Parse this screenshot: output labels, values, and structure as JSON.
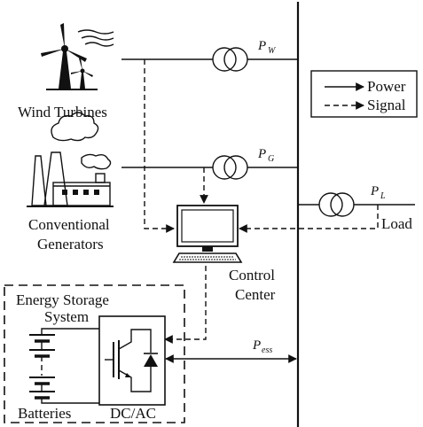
{
  "labels": {
    "wind": "Wind Turbines",
    "conv1": "Conventional",
    "conv2": "Generators",
    "control1": "Control",
    "control2": "Center",
    "ess1": "Energy Storage",
    "ess2": "System",
    "batteries": "Batteries",
    "converter": "DC/AC",
    "load": "Load"
  },
  "legend": {
    "power": "Power",
    "signal": "Signal"
  },
  "symbols": {
    "pw": "P",
    "pw_sub": "W",
    "pg": "P",
    "pg_sub": "G",
    "pl": "P",
    "pl_sub": "L",
    "pess": "P",
    "pess_sub": "ess"
  },
  "icons": [
    "wind-turbine-icon",
    "power-plant-icon",
    "computer-icon",
    "battery-icon",
    "igbt-icon",
    "transformer-icon"
  ],
  "colors": {
    "ink": "#111111",
    "background": "#ffffff"
  }
}
